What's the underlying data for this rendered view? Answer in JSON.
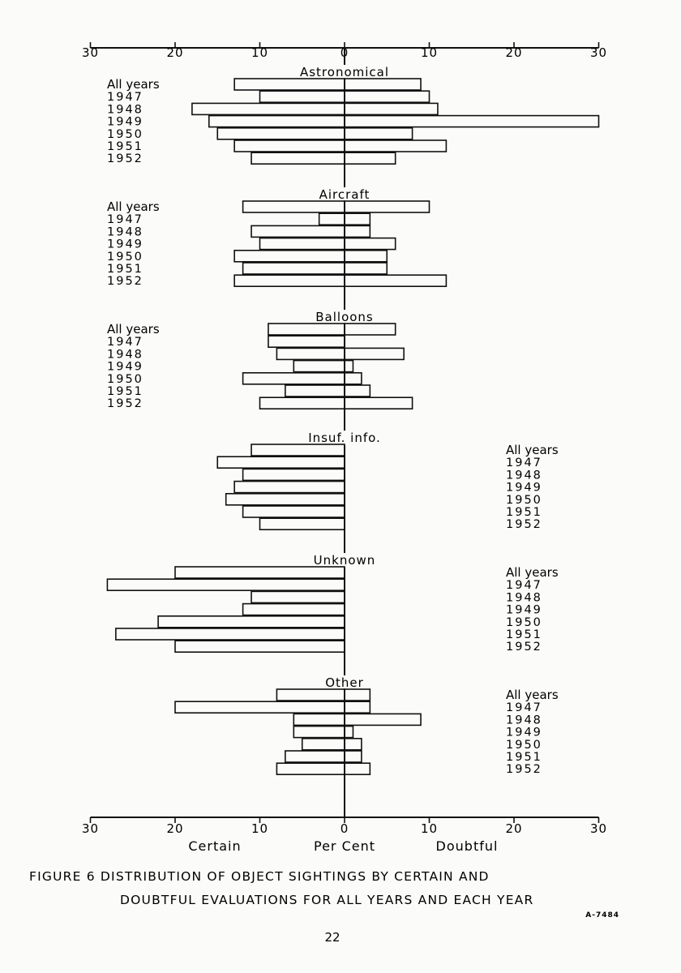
{
  "chart_data": {
    "type": "bar",
    "orientation": "horizontal-diverging",
    "xlim": [
      -30,
      30
    ],
    "xticks": [
      -30,
      -20,
      -10,
      0,
      10,
      20,
      30
    ],
    "tick_labels": [
      "30",
      "20",
      "10",
      "0",
      "10",
      "20",
      "30"
    ],
    "xlabel_left": "Certain",
    "xlabel_center": "Per Cent",
    "xlabel_right": "Doubtful",
    "row_labels": [
      "All years",
      "1947",
      "1948",
      "1949",
      "1950",
      "1951",
      "1952"
    ],
    "groups": [
      {
        "name": "Astronomical",
        "label_side": "left",
        "certain": [
          13,
          10,
          18,
          16,
          15,
          13,
          11
        ],
        "doubtful": [
          9,
          10,
          11,
          30,
          8,
          12,
          6
        ]
      },
      {
        "name": "Aircraft",
        "label_side": "left",
        "certain": [
          12,
          3,
          11,
          10,
          13,
          12,
          13
        ],
        "doubtful": [
          10,
          3,
          3,
          6,
          5,
          5,
          12
        ]
      },
      {
        "name": "Balloons",
        "label_side": "left",
        "certain": [
          9,
          9,
          8,
          6,
          12,
          7,
          10
        ],
        "doubtful": [
          6,
          0,
          7,
          1,
          2,
          3,
          8
        ]
      },
      {
        "name": "Insuf.  info.",
        "label_side": "right",
        "certain": [
          11,
          15,
          12,
          13,
          14,
          12,
          10
        ],
        "doubtful": [
          0,
          0,
          0,
          0,
          0,
          0,
          0
        ]
      },
      {
        "name": "Unknown",
        "label_side": "right",
        "certain": [
          20,
          28,
          11,
          12,
          22,
          27,
          20
        ],
        "doubtful": [
          0,
          0,
          0,
          0,
          0,
          0,
          0
        ]
      },
      {
        "name": "Other",
        "label_side": "right",
        "certain": [
          8,
          20,
          6,
          6,
          5,
          7,
          8
        ],
        "doubtful": [
          3,
          3,
          9,
          1,
          2,
          2,
          3
        ]
      }
    ]
  },
  "caption_line1": "FIGURE 6 DISTRIBUTION OF OBJECT SIGHTINGS BY CERTAIN AND",
  "caption_line2": "DOUBTFUL EVALUATIONS FOR ALL YEARS AND EACH YEAR",
  "figure_code": "A-7484",
  "page_number": "22"
}
